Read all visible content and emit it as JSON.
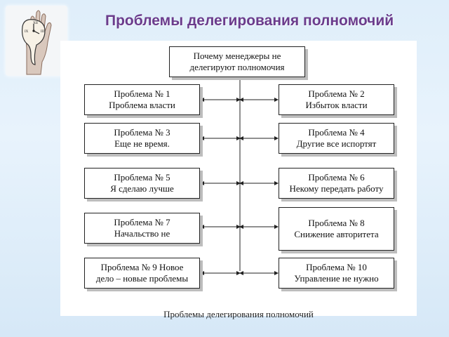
{
  "title": "Проблемы делегирования полномочий",
  "root": {
    "line1": "Почему менеджеры не",
    "line2": "делегируют полномочия"
  },
  "problems": [
    {
      "num": "Проблема № 1",
      "text": "Проблема власти"
    },
    {
      "num": "Проблема № 2",
      "text": "Избыток власти"
    },
    {
      "num": "Проблема № 3",
      "text": "Еще не время."
    },
    {
      "num": "Проблема № 4",
      "text": "Другие все испортят"
    },
    {
      "num": "Проблема № 5",
      "text": "Я сделаю лучше"
    },
    {
      "num": "Проблема № 6",
      "text": "Некому передать работу"
    },
    {
      "num": "Проблема № 7",
      "text": "Начальство не"
    },
    {
      "num": "Проблема № 8",
      "text": "Снижение авторитета"
    },
    {
      "num": "Проблема № 9 Новое",
      "text": "дело – новые проблемы"
    },
    {
      "num": "Проблема № 10",
      "text": "Управление не нужно"
    }
  ],
  "caption": "Проблемы делегирования полномочий",
  "colors": {
    "title": "#6b3c8c",
    "background": "#dfeefa"
  }
}
